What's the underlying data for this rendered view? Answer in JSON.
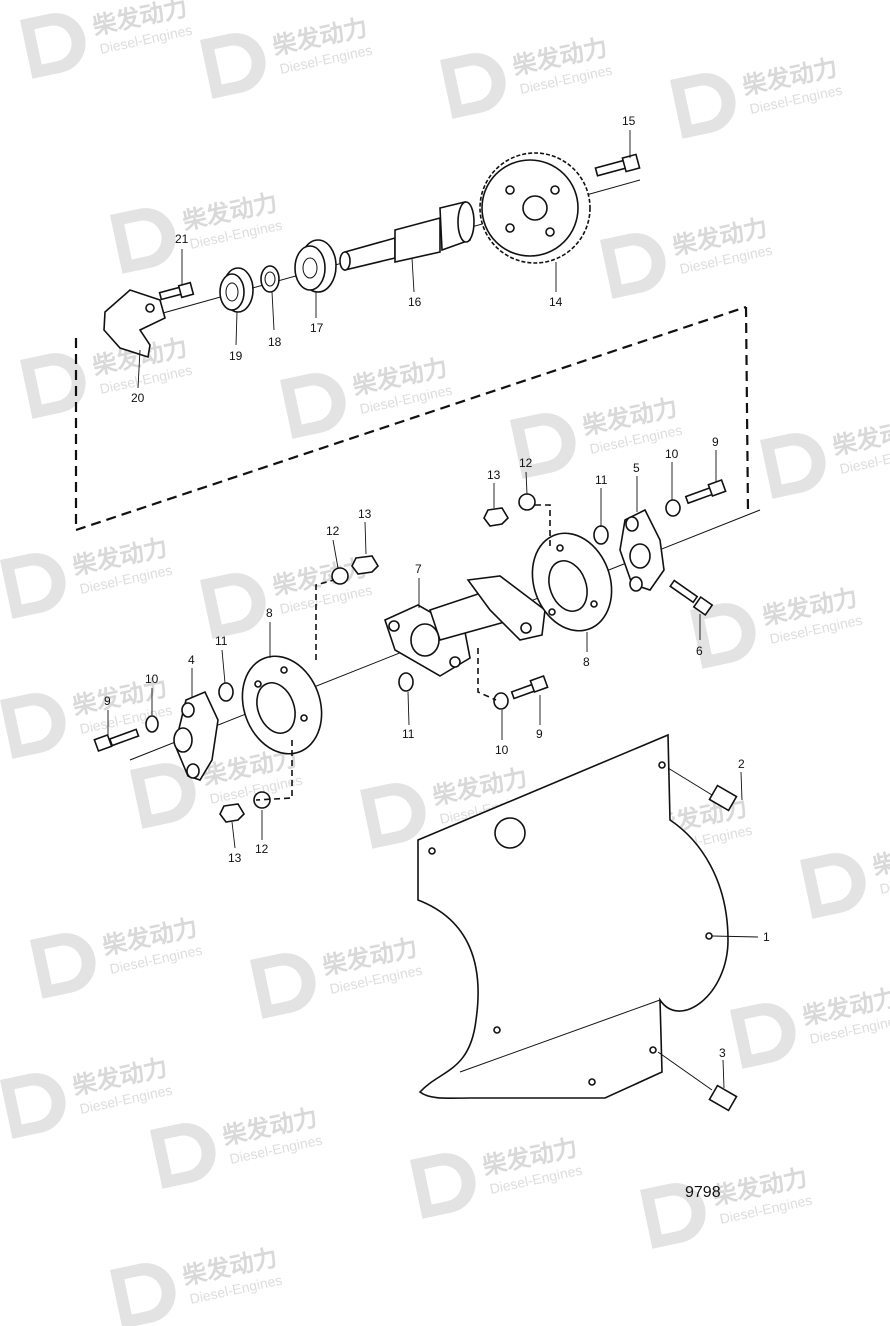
{
  "watermark": {
    "brand_cn": "柴发动力",
    "brand_en": "Diesel-Engines"
  },
  "figure_number": "9798",
  "callouts": [
    "1",
    "2",
    "3",
    "4",
    "5",
    "6",
    "7",
    "8",
    "8",
    "9",
    "9",
    "9",
    "10",
    "10",
    "10",
    "11",
    "11",
    "11",
    "12",
    "12",
    "12",
    "13",
    "13",
    "13",
    "14",
    "15",
    "16",
    "17",
    "18",
    "19",
    "20",
    "21"
  ]
}
